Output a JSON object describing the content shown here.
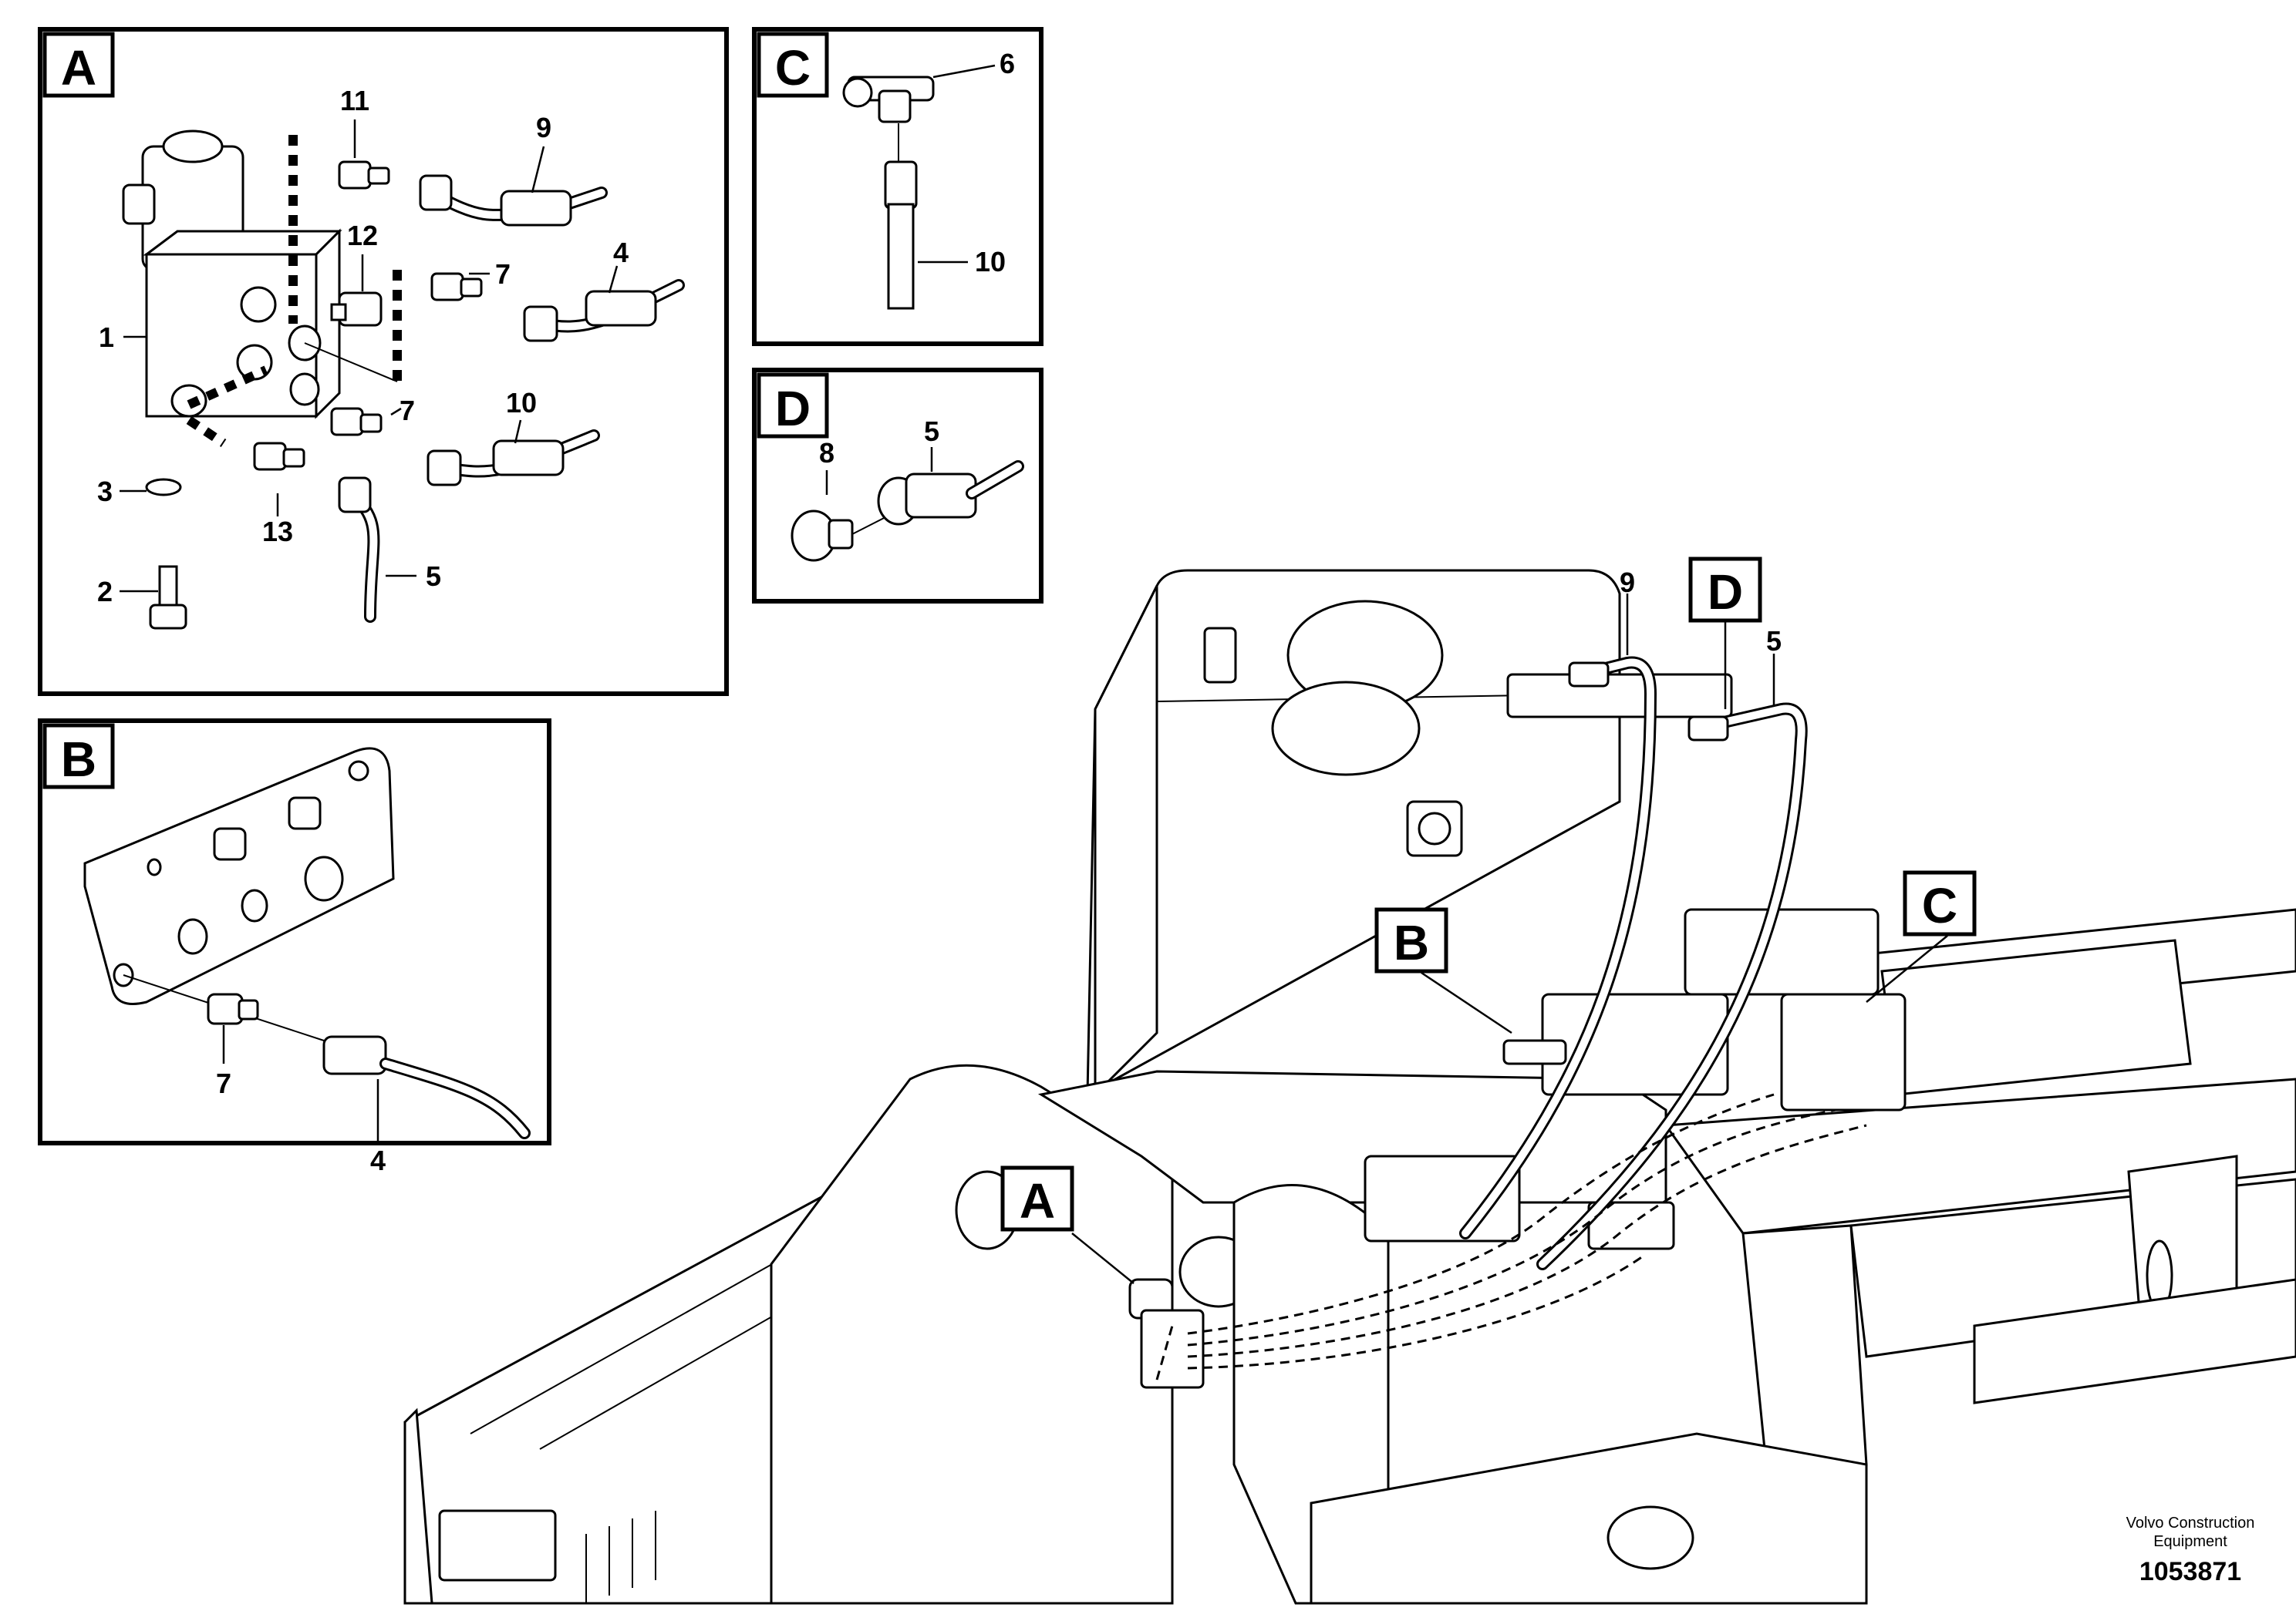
{
  "views": {
    "A": {
      "tag": "A",
      "callouts": [
        "1",
        "2",
        "3",
        "4",
        "5",
        "7",
        "7",
        "9",
        "10",
        "11",
        "12",
        "13"
      ]
    },
    "B": {
      "tag": "B",
      "callouts": [
        "7",
        "4"
      ]
    },
    "C": {
      "tag": "C",
      "callouts": [
        "6",
        "10"
      ]
    },
    "D": {
      "tag": "D",
      "callouts": [
        "8",
        "5"
      ]
    }
  },
  "main": {
    "pointers": [
      "A",
      "B",
      "C",
      "D"
    ],
    "callouts": [
      "9",
      "5"
    ]
  },
  "footer": {
    "brand_line1": "Volvo Construction",
    "brand_line2": "Equipment",
    "drawing_number": "1053871"
  }
}
